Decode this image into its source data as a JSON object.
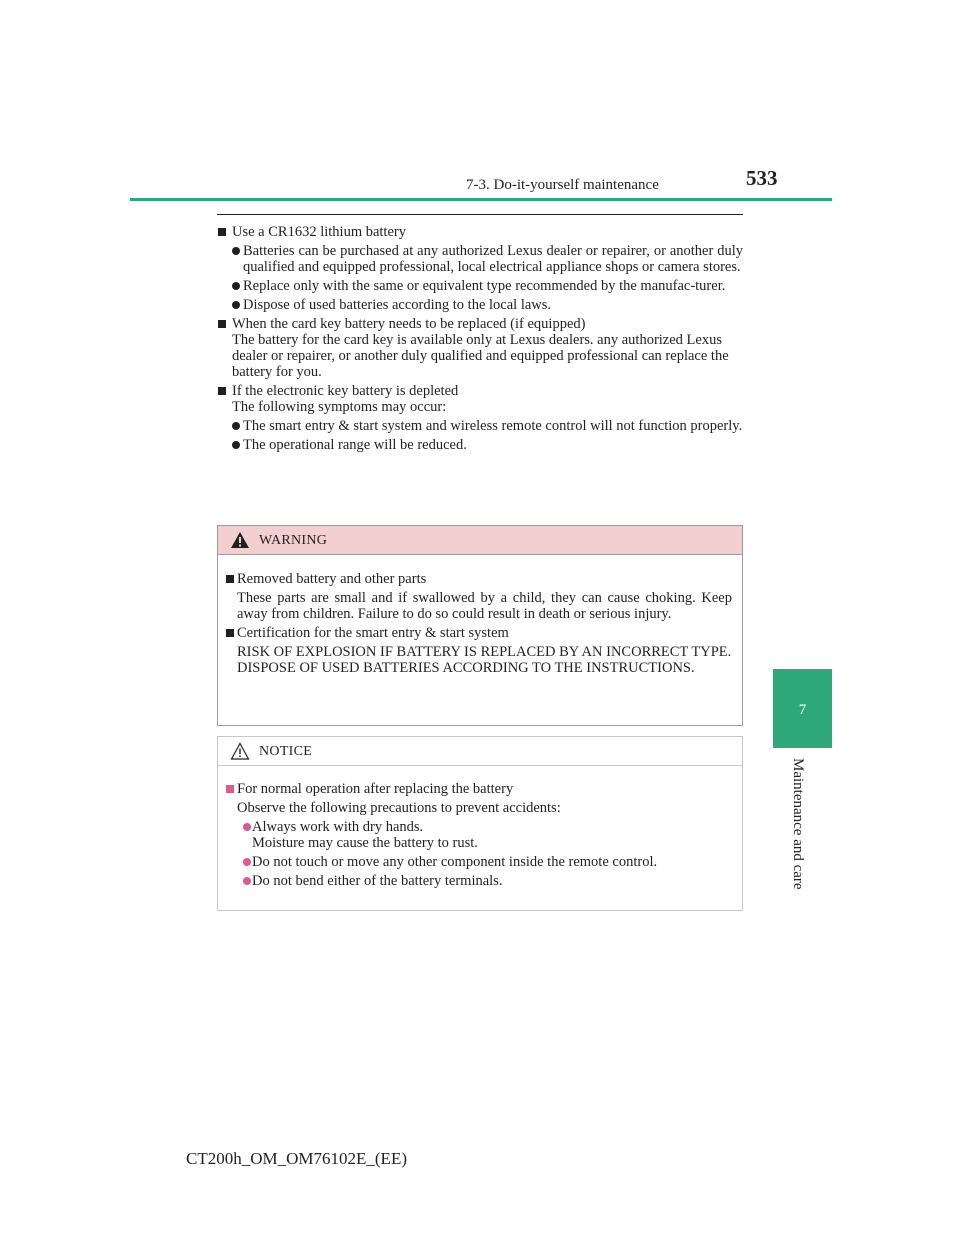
{
  "header": {
    "section": "7-3. Do-it-yourself maintenance",
    "page_number": "533"
  },
  "side_tab": {
    "chapter_number": "7",
    "chapter_title": "Maintenance and care"
  },
  "content": {
    "battery_type": {
      "heading": "Use a CR1632 lithium battery",
      "bullets": [
        "Batteries can be purchased at any authorized Lexus dealer or repairer, or another duly qualified and equipped professional, local electrical appliance shops or camera stores.",
        "Replace only with the same or equivalent type recommended by the manufac-turer.",
        "Dispose of used batteries according to the local laws."
      ]
    },
    "card_key": {
      "heading": "When the card key battery needs to be replaced (if equipped)",
      "body": "The battery for the card key is available only at Lexus dealers. any authorized Lexus dealer or repairer, or another duly qualified and equipped professional can replace the battery for you."
    },
    "depleted": {
      "heading": "If the electronic key battery is depleted",
      "intro": "The following symptoms may occur:",
      "bullets": [
        "The smart entry & start system and wireless remote control will not function properly.",
        "The operational range will be reduced."
      ]
    }
  },
  "warning": {
    "title": "WARNING",
    "items": [
      {
        "heading": "Removed battery and other parts",
        "body": "These parts are small and if swallowed by a child, they can cause choking. Keep away from children. Failure to do so could result in death or serious injury."
      },
      {
        "heading": "Certification for the smart entry & start system",
        "body_lines": [
          "RISK OF EXPLOSION IF BATTERY IS REPLACED BY AN INCORRECT TYPE.",
          "DISPOSE OF USED BATTERIES ACCORDING TO THE INSTRUCTIONS."
        ]
      }
    ]
  },
  "notice": {
    "title": "NOTICE",
    "heading": "For normal operation after replacing the battery",
    "intro": "Observe the following precautions to prevent accidents:",
    "bullets": [
      {
        "line1": "Always work with dry hands.",
        "line2": "Moisture may cause the battery to rust."
      },
      {
        "line1": "Do not touch or move any other component inside the remote control."
      },
      {
        "line1": "Do not bend either of the battery terminals."
      }
    ]
  },
  "footer": {
    "doc_code": "CT200h_OM_OM76102E_(EE)"
  },
  "colors": {
    "accent_green": "#2ea87a",
    "warning_header_bg": "#f2cfd1",
    "notice_bullet": "#d95b8f"
  }
}
